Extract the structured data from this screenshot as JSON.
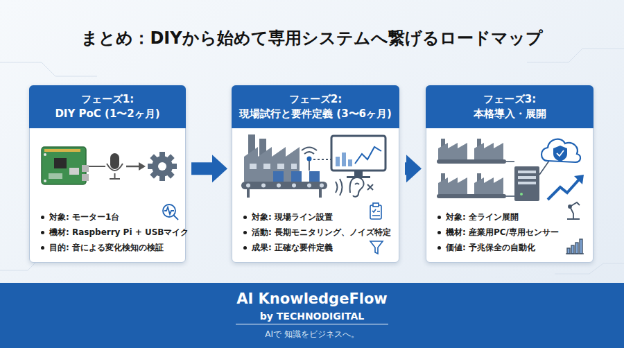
{
  "diagram": {
    "title": "まとめ：DIYから始めて専用システムへ繋げるロードマップ",
    "nodes": [
      {
        "text": [
          "フェーズ1: DIY PoC (1〜2ヶ月)",
          "対象: モーター1台",
          "機材: Raspberry Pi + USBマイク",
          "目的: 音による変化検知の検証"
        ]
      },
      {
        "text": [
          "フェーズ2: 現場試行と要件定義 (3〜6ヶ月)",
          "対象: 現場ライン設置",
          "活動: 長期モニタリング、ノイズ特定",
          "成果: 正確な要件定義"
        ]
      },
      {
        "text": [
          "フェーズ3: 本格導入・展開",
          "対象: 全ライン展開",
          "機材: 産業用PC/専用センサー",
          "価値: 予兆保全の自動化"
        ]
      },
      {
        "text": [
          "AI KnowledgeFlow",
          "by TECHNODIGITAL",
          "AIで 知識をビジネスへ。"
        ]
      }
    ],
    "edges": [
      {
        "from": 0,
        "to": 1,
        "arrow": "to"
      },
      {
        "from": 1,
        "to": 2,
        "arrow": "to"
      }
    ]
  }
}
